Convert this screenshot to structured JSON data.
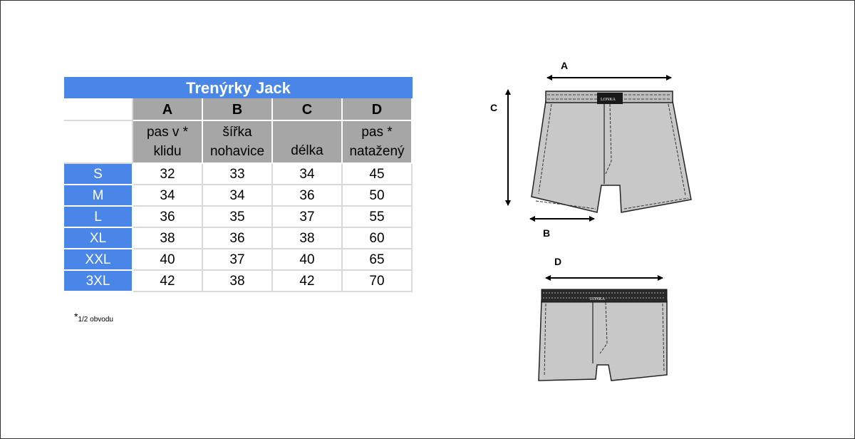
{
  "table": {
    "title": "Trenýrky Jack",
    "columns": [
      {
        "letter": "A",
        "line1": "pas v *",
        "line2": "klidu"
      },
      {
        "letter": "B",
        "line1": "šířka",
        "line2": "nohavice"
      },
      {
        "letter": "C",
        "line1": "",
        "line2": "délka"
      },
      {
        "letter": "D",
        "line1": "pas *",
        "line2": "natažený"
      }
    ],
    "rows": [
      {
        "size": "S",
        "values": [
          "32",
          "33",
          "34",
          "45"
        ]
      },
      {
        "size": "M",
        "values": [
          "34",
          "34",
          "36",
          "50"
        ]
      },
      {
        "size": "L",
        "values": [
          "36",
          "35",
          "37",
          "55"
        ]
      },
      {
        "size": "XL",
        "values": [
          "38",
          "36",
          "38",
          "60"
        ]
      },
      {
        "size": "XXL",
        "values": [
          "40",
          "37",
          "40",
          "65"
        ]
      },
      {
        "size": "3XL",
        "values": [
          "42",
          "38",
          "42",
          "70"
        ]
      }
    ],
    "footnote_mark": "*",
    "footnote_text": "1/2 obvodu"
  },
  "diagram_top": {
    "label_a": "A",
    "label_b": "B",
    "label_c": "C",
    "brand": "LONKA"
  },
  "diagram_bottom": {
    "label_d": "D",
    "brand": "LONKA"
  },
  "colors": {
    "header_blue": "#4a86e8",
    "header_gray": "#a6a6a6",
    "garment_gray": "#c8c8c8"
  }
}
